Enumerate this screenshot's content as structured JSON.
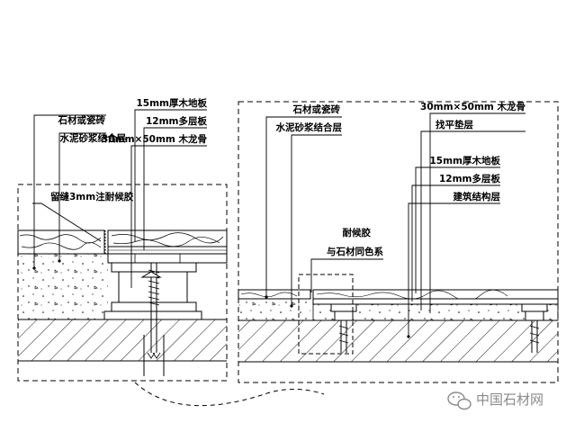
{
  "left_detail": {
    "labels": {
      "wood_floor": "15mm厚木地板",
      "stone_tile": "石材或瓷砖",
      "plywood": "12mm多层板",
      "mortar": "水泥砂浆结合层",
      "keel": "30mm×50mm 木龙骨",
      "gap": "留缝3mm注耐候胶"
    }
  },
  "right_detail": {
    "labels": {
      "stone_tile": "石材或瓷砖",
      "keel": "30mm×50mm 木龙骨",
      "mortar": "水泥砂浆结合层",
      "leveling": "找平垫层",
      "wood_floor": "15mm厚木地板",
      "plywood": "12mm多层板",
      "structure": "建筑结构层",
      "sealant": "耐候胶",
      "sealant_color": "与石材同色系"
    }
  },
  "watermark": {
    "text": "中国石材网"
  }
}
